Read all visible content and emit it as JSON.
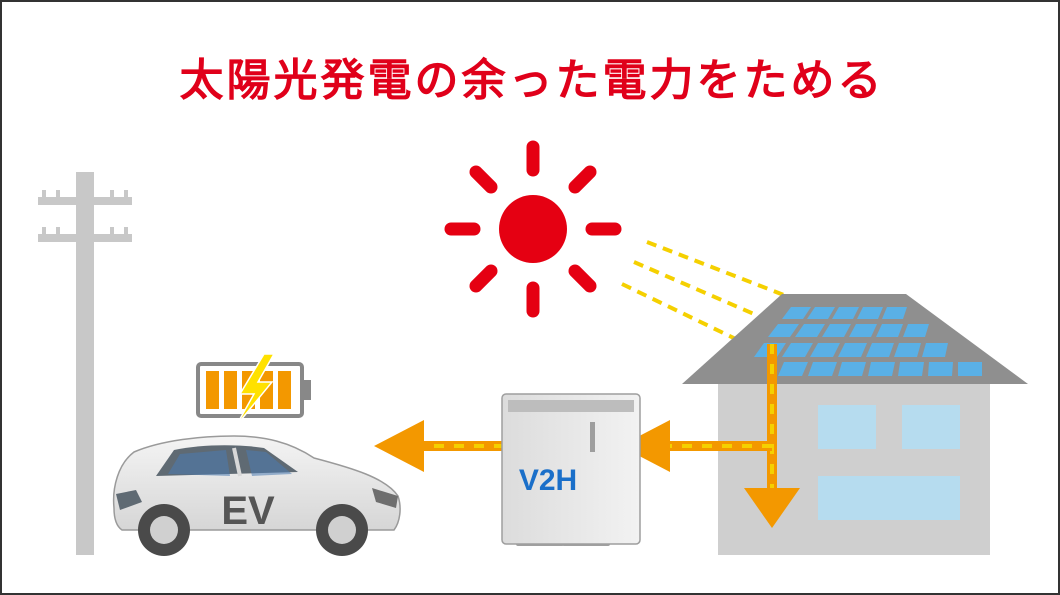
{
  "title": "太陽光発電の余った電力をためる",
  "labels": {
    "car": "EV",
    "v2h": "V2H"
  },
  "colors": {
    "title": "#e0001a",
    "sun": "#e50012",
    "sunlight": "#f5d000",
    "arrow": "#f39800",
    "battery": "#f39800",
    "v2h_text": "#1a6fc9",
    "panel": "#5ab0e6",
    "house": "#cfcfcf",
    "pole": "#c8c8c8"
  },
  "icons": [
    "sun-icon",
    "battery-charging-icon",
    "lightning-bolt-icon",
    "solar-panel-icon",
    "utility-pole-icon"
  ]
}
